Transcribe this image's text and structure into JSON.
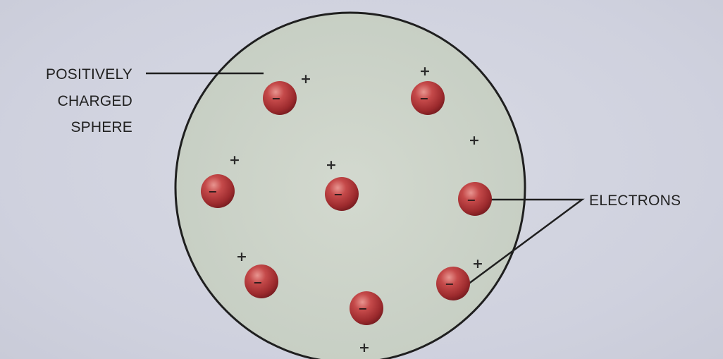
{
  "labels": {
    "sphere_label_line1": "POSITIVELY",
    "sphere_label_line2": "CHARGED",
    "sphere_label_line3": "SPHERE",
    "electrons_label": "ELECTRONS"
  },
  "symbols": {
    "positive": "+",
    "negative": "−"
  },
  "colors": {
    "background": "#d3d5e1",
    "sphere_fill": "#cdd4c9",
    "sphere_outline": "#1f1f1f",
    "electron_fill": "#b8383a",
    "electron_dark": "#7e1f22",
    "electron_highlight": "#e38a86",
    "line_color": "#1f1f1f"
  }
}
